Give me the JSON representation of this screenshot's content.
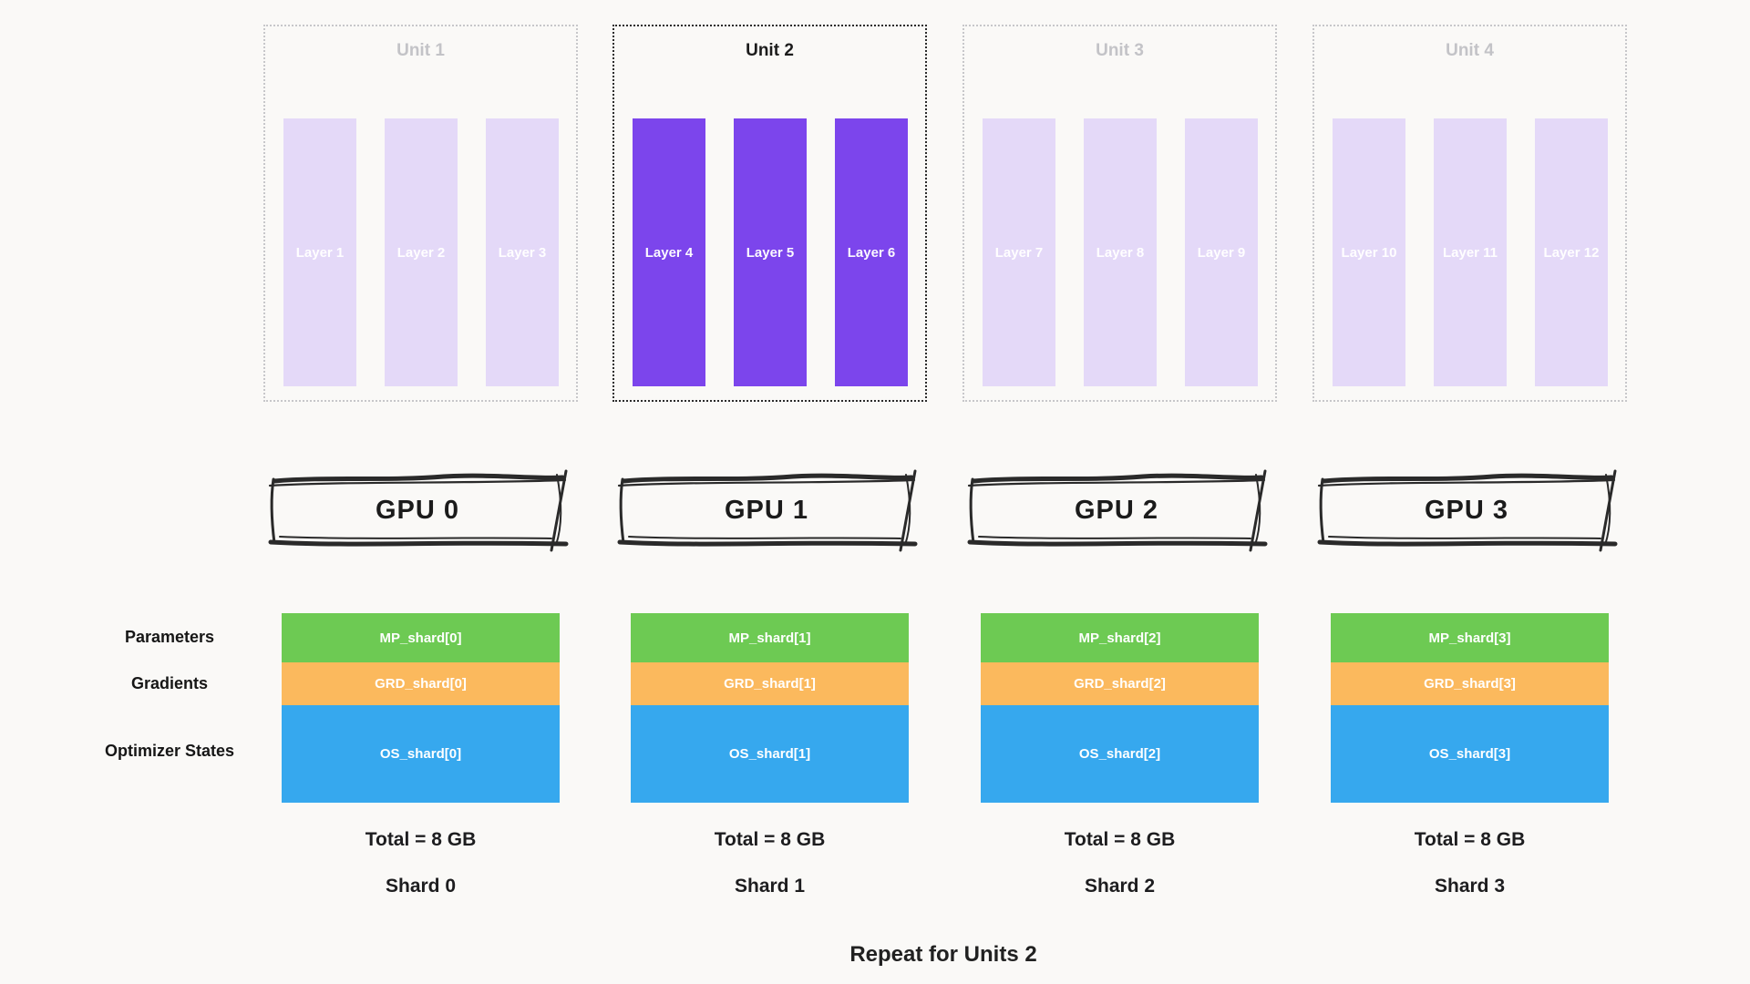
{
  "colors": {
    "background": "#FAF9F7",
    "active_layer": "#7C45EC",
    "inactive_layer": "#E4D9F8",
    "inactive_text": "#C3C3C7",
    "params_bar": "#6DCA53",
    "gradients_bar": "#FBB95D",
    "optimizer_bar": "#36A8EE",
    "ink": "#1D1D1F"
  },
  "units": [
    {
      "label": "Unit 1",
      "active": false,
      "layers": [
        "Layer 1",
        "Layer 2",
        "Layer 3"
      ]
    },
    {
      "label": "Unit 2",
      "active": true,
      "layers": [
        "Layer 4",
        "Layer 5",
        "Layer 6"
      ]
    },
    {
      "label": "Unit 3",
      "active": false,
      "layers": [
        "Layer 7",
        "Layer 8",
        "Layer 9"
      ]
    },
    {
      "label": "Unit 4",
      "active": false,
      "layers": [
        "Layer 10",
        "Layer 11",
        "Layer 12"
      ]
    }
  ],
  "row_labels": {
    "parameters": "Parameters",
    "gradients": "Gradients",
    "optimizer_states": "Optimizer States"
  },
  "gpus": [
    {
      "label": "GPU 0",
      "mp_shard": "MP_shard[0]",
      "grd_shard": "GRD_shard[0]",
      "os_shard": "OS_shard[0]",
      "total": "Total = 8 GB",
      "shard": "Shard 0"
    },
    {
      "label": "GPU 1",
      "mp_shard": "MP_shard[1]",
      "grd_shard": "GRD_shard[1]",
      "os_shard": "OS_shard[1]",
      "total": "Total = 8 GB",
      "shard": "Shard 1"
    },
    {
      "label": "GPU 2",
      "mp_shard": "MP_shard[2]",
      "grd_shard": "GRD_shard[2]",
      "os_shard": "OS_shard[2]",
      "total": "Total = 8 GB",
      "shard": "Shard 2"
    },
    {
      "label": "GPU 3",
      "mp_shard": "MP_shard[3]",
      "grd_shard": "GRD_shard[3]",
      "os_shard": "OS_shard[3]",
      "total": "Total = 8 GB",
      "shard": "Shard 3"
    }
  ],
  "caption": "Repeat for Units 2"
}
